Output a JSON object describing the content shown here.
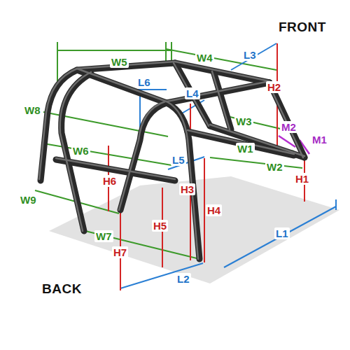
{
  "diagram": {
    "labels": [
      "FRONT",
      "W5",
      "W4",
      "L3",
      "L6",
      "H2",
      "L4",
      "W8",
      "W3",
      "M2",
      "M1",
      "W1",
      "W6",
      "L5",
      "W2",
      "H1",
      "H6",
      "H3",
      "H4",
      "W9",
      "H5",
      "W7",
      "L1",
      "H7",
      "BACK",
      "L2"
    ]
  }
}
